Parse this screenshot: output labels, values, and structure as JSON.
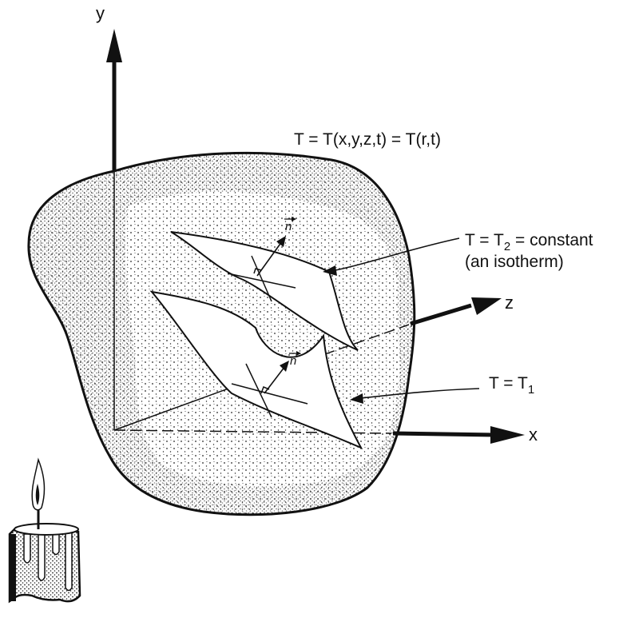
{
  "equation": "T = T(x,y,z,t) = T(r,t)",
  "axes": {
    "x": "x",
    "y": "y",
    "z": "z"
  },
  "isotherm_upper": {
    "line1": "T = T",
    "sub": "2",
    "line2": " = constant",
    "note": "(an isotherm)"
  },
  "isotherm_lower": {
    "line1": "T = T",
    "sub": "1"
  },
  "normal_vector": "n",
  "colors": {
    "ink": "#111111",
    "background": "#ffffff"
  }
}
